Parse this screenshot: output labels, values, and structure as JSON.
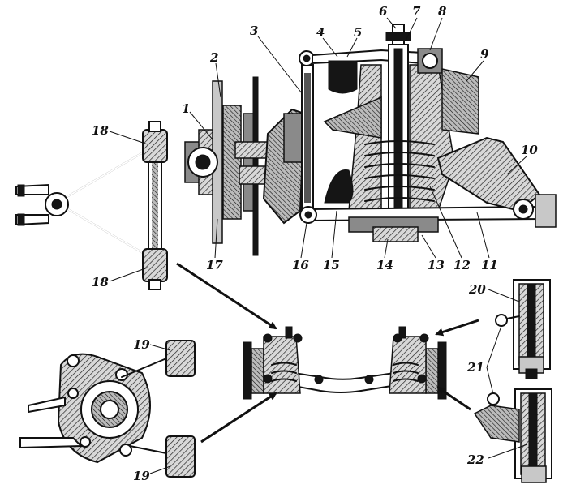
{
  "labels": {
    "l1": "1",
    "l2": "2",
    "l3": "3",
    "l4": "4",
    "l5": "5",
    "l6": "6",
    "l7": "7",
    "l8": "8",
    "l9": "9",
    "l10": "10",
    "l11": "11",
    "l12": "12",
    "l13": "13",
    "l14": "14",
    "l15": "15",
    "l16": "16",
    "l17": "17",
    "l18a": "18",
    "l18b": "18",
    "l19a": "19",
    "l19b": "19",
    "l20": "20",
    "l21": "21",
    "l22": "22"
  }
}
